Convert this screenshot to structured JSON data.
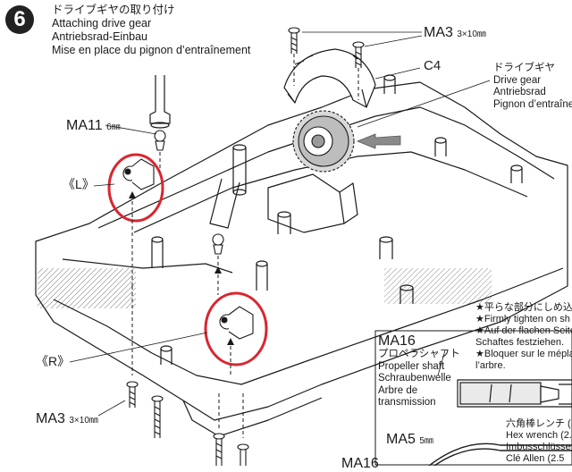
{
  "step": {
    "number": "6",
    "title_jp": "ドライブギヤの取り付け",
    "title_en": "Attaching drive gear",
    "title_de": "Antriebsrad-Einbau",
    "title_fr": "Mise en place du pignon d’entraînement"
  },
  "labels": {
    "ma3_top": {
      "code": "MA3",
      "size": "3×10㎜"
    },
    "c4": "C4",
    "drive_gear": {
      "jp": "ドライブギヤ",
      "en": "Drive gear",
      "de": "Antriebsrad",
      "fr": "Pignon d’entraîner"
    },
    "ma11": {
      "code": "MA11",
      "size": "6㎜"
    },
    "left_side": "《L》",
    "right_side": "《R》",
    "ma3_bottom": {
      "code": "MA3",
      "size": "3×10㎜"
    },
    "ma16": {
      "code": "MA16",
      "jp": "プロペラシャフト",
      "en": "Propeller shaft",
      "de": "Schraubenwelle",
      "fr1": "Arbre de",
      "fr2": "transmission"
    },
    "note": {
      "jp": "★平らな部分にしめ込",
      "en": "★Firmly tighten on sh",
      "de1": "★Auf der flachen Seite",
      "de2": "Schaftes festziehen.",
      "fr1": "★Bloquer sur le méplat",
      "fr2": "l’arbre."
    },
    "ma5": {
      "code": "MA5",
      "size": "5㎜"
    },
    "hex_wrench": {
      "jp": "六角棒レンチ (2",
      "en": "Hex wrench (2.",
      "de": "Imbusschlüsse",
      "fr": "Clé Allen (2.5"
    },
    "bottom_partial": "MA16"
  },
  "colors": {
    "ink": "#1a1a1a",
    "highlight_circle": "#d9262f",
    "gear_fill": "#d9d9d9",
    "arrow_gray": "#8a8a8a"
  }
}
